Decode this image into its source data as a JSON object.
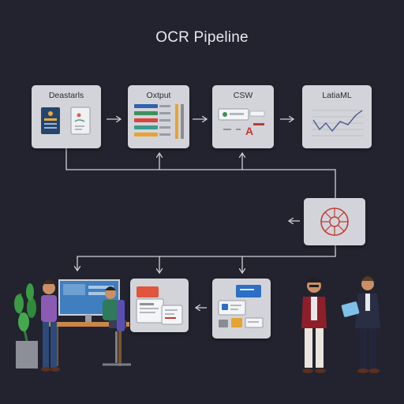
{
  "diagram": {
    "title": "OCR Pipeline",
    "nodes": {
      "documents": {
        "label": "Deastarls"
      },
      "output": {
        "label": "Oxtput"
      },
      "csv": {
        "label": "CSW"
      },
      "latex": {
        "label": "LatiaML"
      },
      "processor": {
        "label": ""
      },
      "review": {
        "label": ""
      },
      "extract": {
        "label": ""
      }
    },
    "chart_line_color": "#4a5a8f",
    "accent_red": "#c23a35",
    "people": [
      "analyst-at-desk",
      "developer-at-desk",
      "person-with-glasses",
      "person-with-tablet"
    ]
  }
}
